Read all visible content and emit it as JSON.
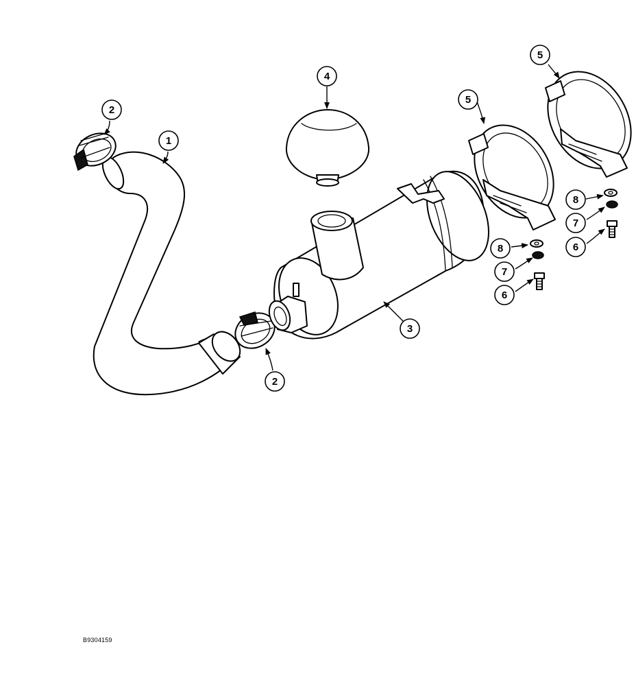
{
  "figure_id": "B9304159",
  "callouts": [
    {
      "id": "hose",
      "label": "1"
    },
    {
      "id": "clamp-top",
      "label": "2"
    },
    {
      "id": "clamp-bottom",
      "label": "2"
    },
    {
      "id": "air-cleaner",
      "label": "3"
    },
    {
      "id": "cap",
      "label": "4"
    },
    {
      "id": "band-left",
      "label": "5"
    },
    {
      "id": "band-right",
      "label": "5"
    },
    {
      "id": "bolt-left",
      "label": "6"
    },
    {
      "id": "bolt-right",
      "label": "6"
    },
    {
      "id": "lockwasher-left",
      "label": "7"
    },
    {
      "id": "lockwasher-right",
      "label": "7"
    },
    {
      "id": "washer-left",
      "label": "8"
    },
    {
      "id": "washer-right",
      "label": "8"
    }
  ]
}
